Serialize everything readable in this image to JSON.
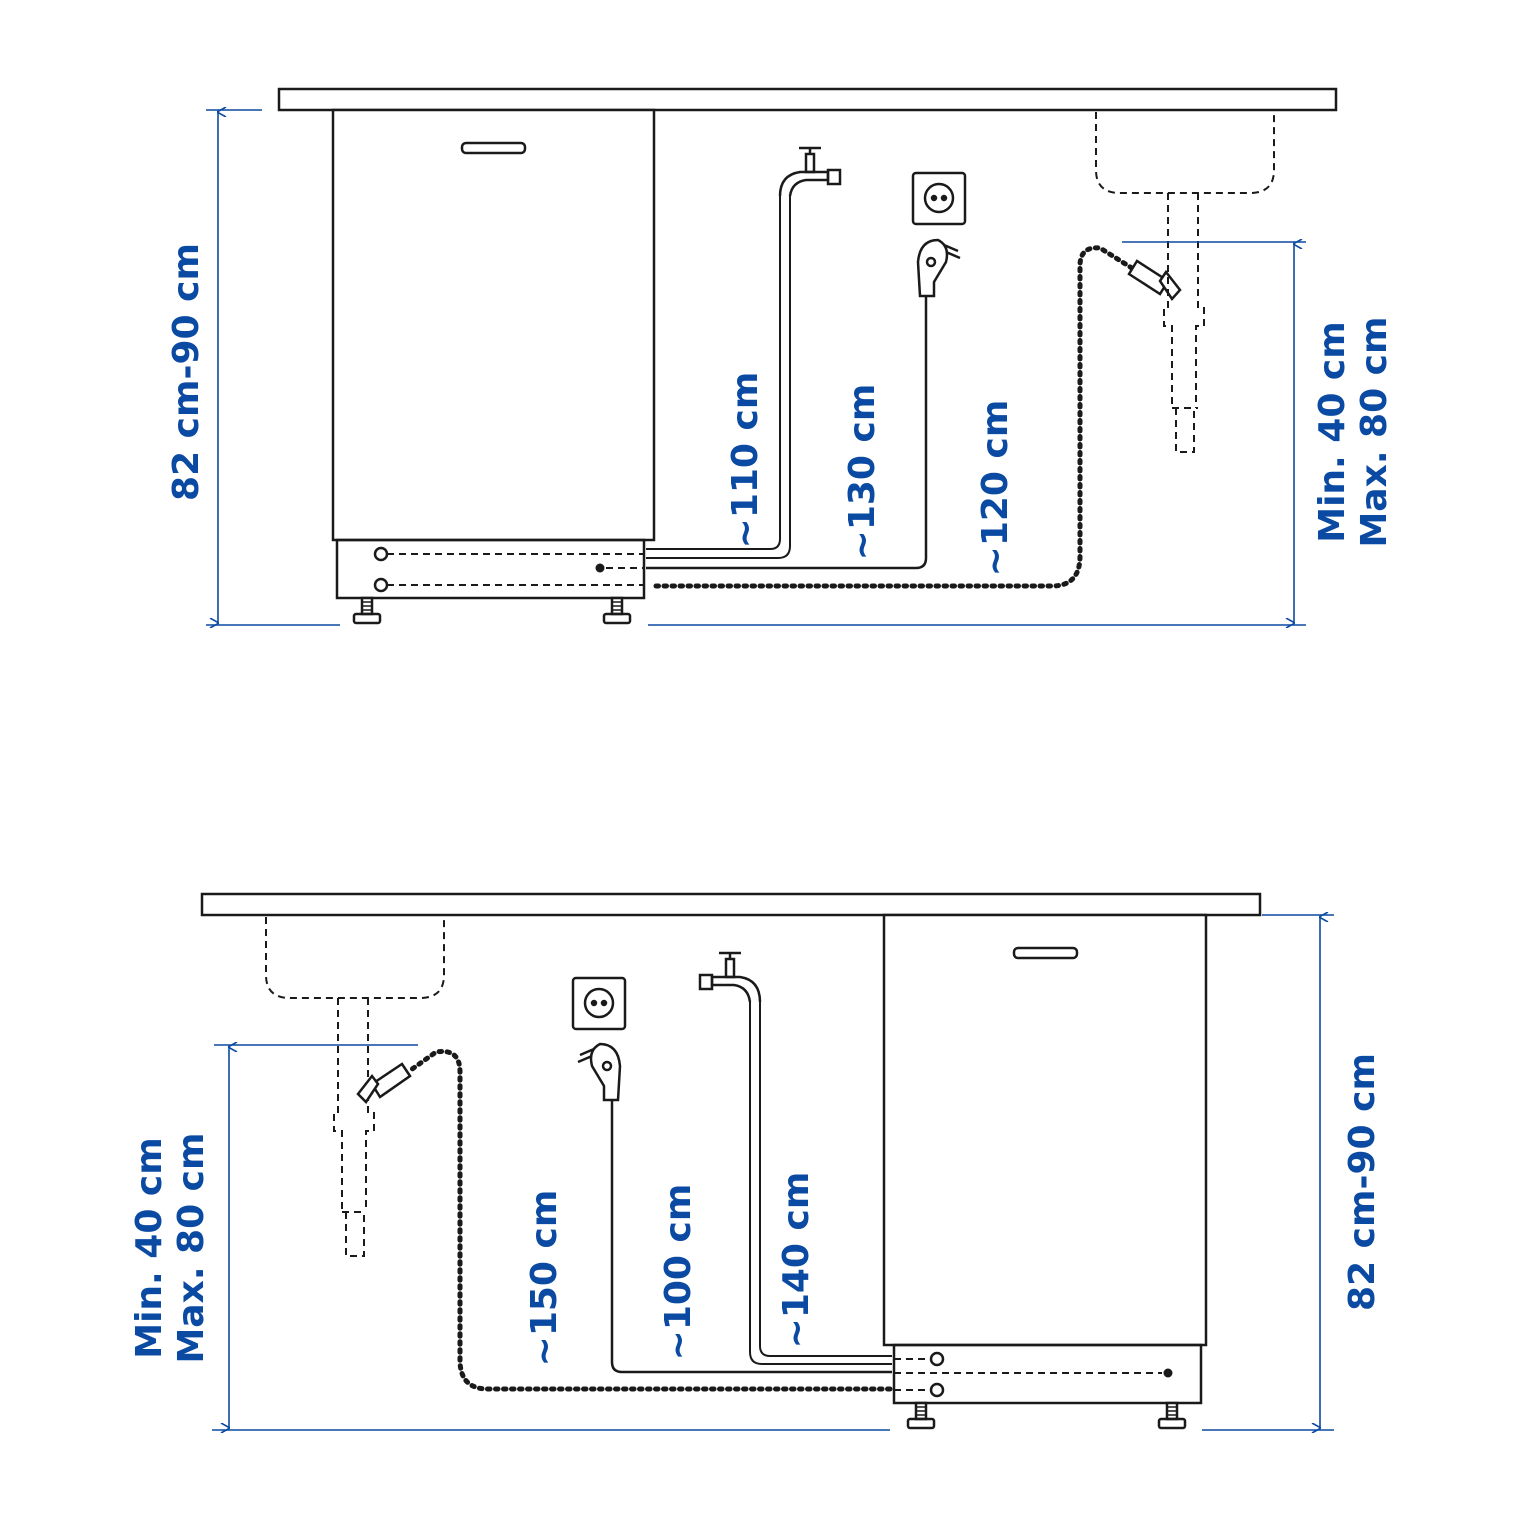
{
  "colors": {
    "line": "#1a1a1a",
    "dimension": "#0b4aa2",
    "background": "#ffffff"
  },
  "top_layout": {
    "height_range": "82 cm-90 cm",
    "water_hose": "~110 cm",
    "power_cord": "~130 cm",
    "drain_hose": "~120 cm",
    "drain_height_min": "Min. 40 cm",
    "drain_height_max": "Max. 80 cm"
  },
  "bottom_layout": {
    "height_range": "82 cm-90 cm",
    "water_hose": "~140 cm",
    "power_cord": "~100 cm",
    "drain_hose": "~150 cm",
    "drain_height_min": "Min. 40 cm",
    "drain_height_max": "Max. 80 cm"
  },
  "icons": [
    "water-tap-icon",
    "wall-socket-icon",
    "power-plug-icon",
    "drain-hose-end-icon",
    "sink-icon",
    "adjustable-foot-icon"
  ]
}
